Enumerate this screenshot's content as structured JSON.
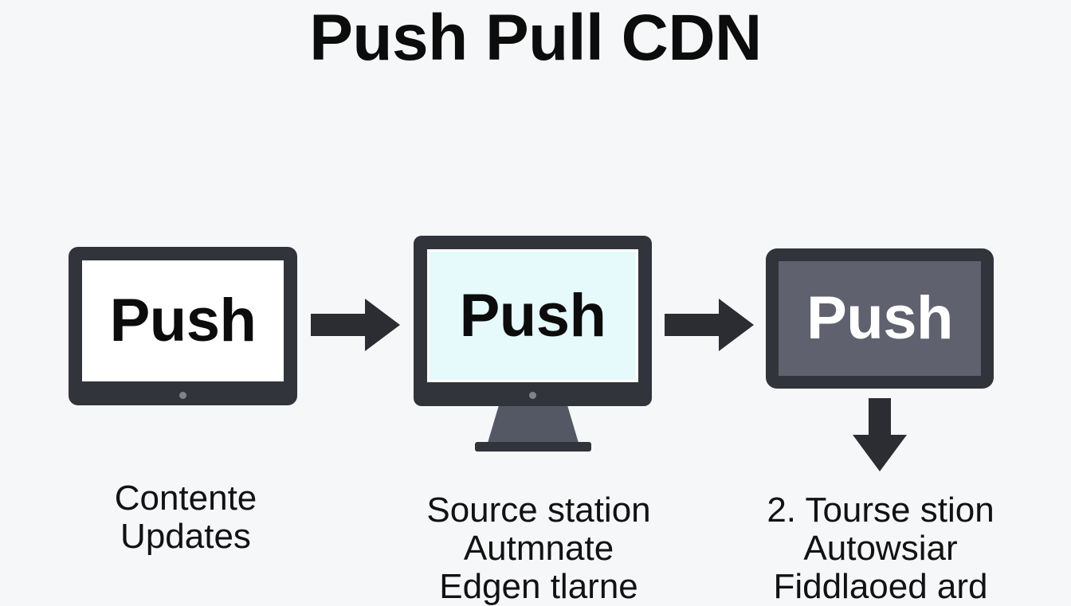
{
  "title": "Push Pull CDN",
  "devices": [
    {
      "screen_text": "Push"
    },
    {
      "screen_text": "Push"
    },
    {
      "screen_text": "Push"
    }
  ],
  "labels": [
    {
      "lines": [
        "Contente",
        "Updates"
      ]
    },
    {
      "lines": [
        "Source station",
        "Autmnate",
        "Edgen tlarne"
      ]
    },
    {
      "lines": [
        "2. Tourse stion",
        "Autowsiar",
        "Fiddlaoed ard"
      ]
    }
  ],
  "colors": {
    "background": "#f6f7f9",
    "frame": "#32343b",
    "screen_1": "#ffffff",
    "screen_2": "#e6f9fb",
    "screen_3": "#5f616f",
    "arrow": "#2b2d33"
  },
  "icons": [
    "laptop-icon",
    "desktop-monitor-icon",
    "server-display-icon",
    "arrow-right-icon",
    "arrow-down-icon"
  ]
}
